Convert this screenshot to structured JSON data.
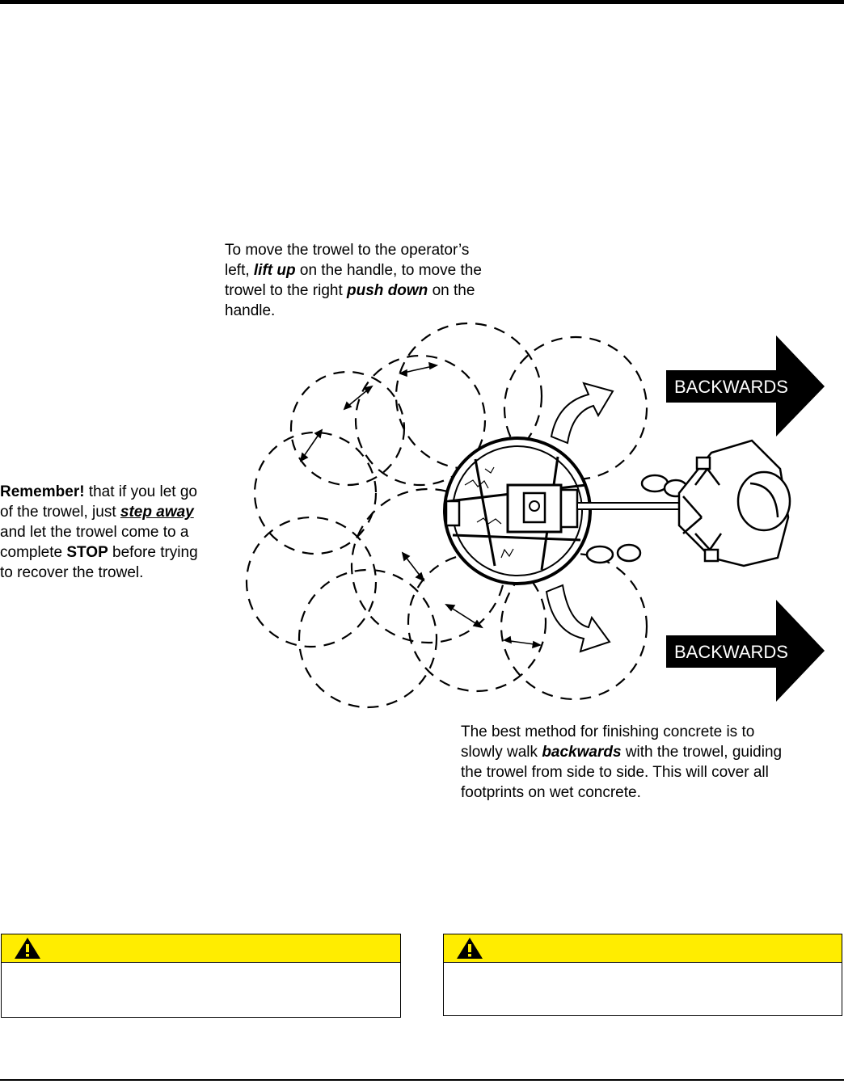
{
  "note_top": {
    "line1": "To move the trowel to the operator’s",
    "line2_a": "left, ",
    "line2_em": "lift up",
    "line2_b": " on the handle, to move the",
    "line3_a": "trowel to the right ",
    "line3_em": "push down",
    "line3_b": " on the",
    "line4": "handle."
  },
  "note_left": {
    "line1_em": "Remember!",
    "line1_b": " that if you let go",
    "line2_a": "of the trowel, just ",
    "line2_em": "step away",
    "line3": "and let the trowel come to a",
    "line4_a": "complete ",
    "line4_em": "STOP",
    "line4_b": " before trying",
    "line5": "to recover the trowel."
  },
  "note_bottom": {
    "line1": "The best method for finishing concrete is to",
    "line2_a": "slowly walk ",
    "line2_em": "backwards",
    "line2_b": " with the trowel, guiding",
    "line3": "the trowel from side to side. This will cover all",
    "line4": "footprints on wet concrete."
  },
  "arrows": [
    {
      "label": "BACKWARDS"
    },
    {
      "label": "BACKWARDS"
    }
  ],
  "warnings": [
    {
      "icon": "warning-triangle-icon"
    },
    {
      "icon": "warning-triangle-icon"
    }
  ],
  "colors": {
    "warning_yellow": "#ffed00",
    "arrow_fill": "#000000"
  }
}
